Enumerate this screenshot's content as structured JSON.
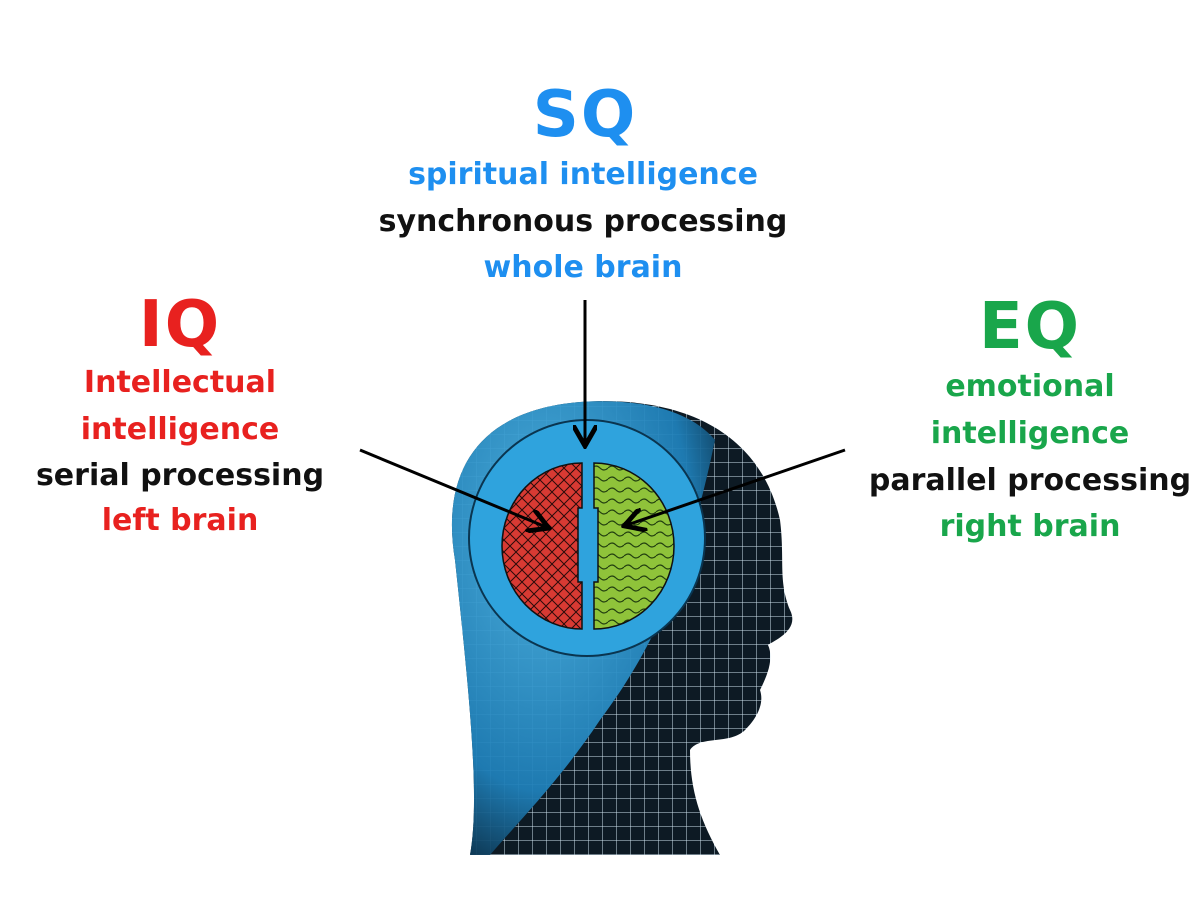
{
  "colors": {
    "sq": "#1e8ff0",
    "iq": "#e8211f",
    "eq": "#19a64b",
    "text": "#111111",
    "ring": "#2fa3dd",
    "left_brain": "#d83a33",
    "right_brain": "#8fc33a"
  },
  "sq": {
    "title": "SQ",
    "lines": [
      "spiritual intelligence",
      "synchronous processing",
      "whole brain"
    ]
  },
  "iq": {
    "title": "IQ",
    "lines": [
      "Intellectual",
      "intelligence",
      "serial processing",
      "left brain"
    ]
  },
  "eq": {
    "title": "EQ",
    "lines": [
      "emotional",
      "intelligence",
      "parallel processing",
      "right brain"
    ]
  }
}
